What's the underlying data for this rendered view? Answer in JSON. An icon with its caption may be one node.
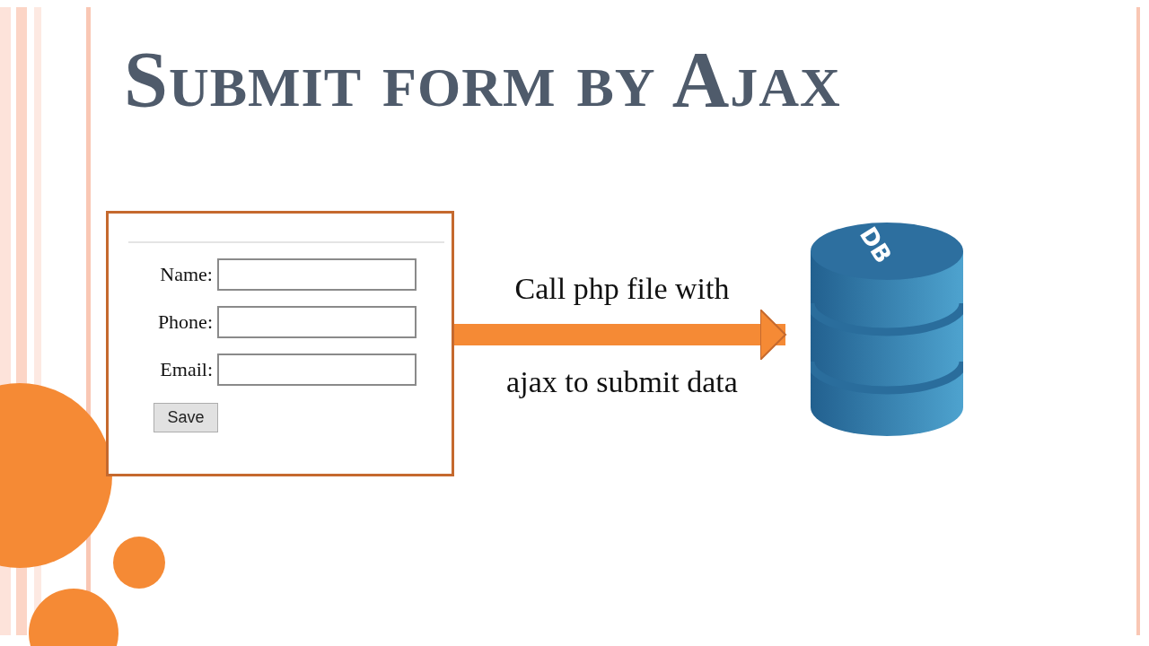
{
  "diagram": {
    "title": "Submit form by Ajax",
    "nodes": [
      {
        "text": [
          "Name:",
          "Phone:",
          "Email:",
          "Save"
        ]
      },
      {
        "text": [
          "DB"
        ]
      }
    ],
    "edges": [
      {
        "from": 0,
        "to": 1,
        "arrow": "to",
        "label": "Call php file with ajax to submit data",
        "color": "#f58a35"
      }
    ]
  }
}
